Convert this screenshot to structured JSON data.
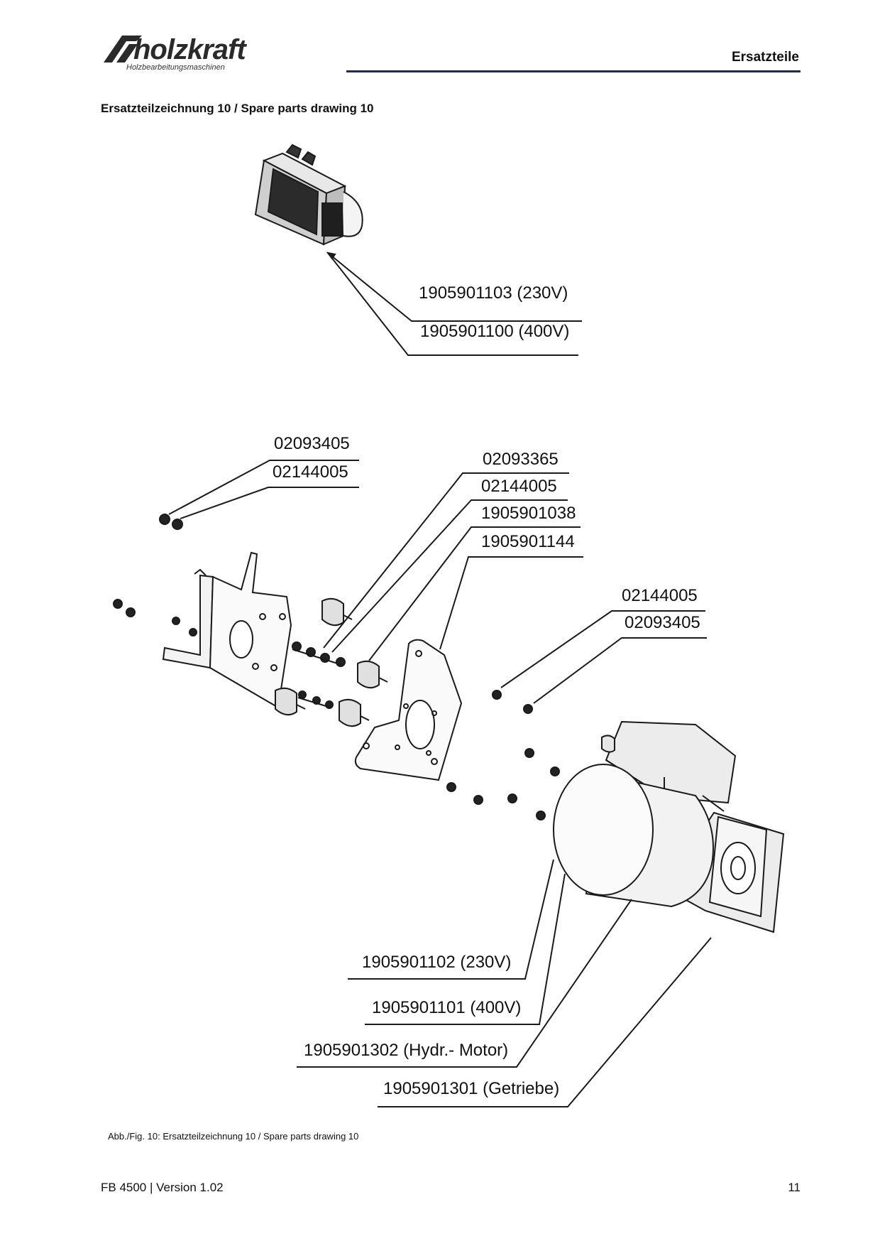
{
  "header": {
    "logo_word": "holzkraft",
    "logo_subtitle": "Holzbearbeitungsmaschinen",
    "section": "Ersatzteile"
  },
  "title": "Ersatzteilzeichnung 10 / Spare parts drawing 10",
  "labels": {
    "switch_230": "1905901103 (230V)",
    "switch_400": "1905901100 (400V)",
    "nut_top_left_a": "02093405",
    "nut_top_left_b": "02144005",
    "bolt_a": "02093365",
    "bolt_b": "02144005",
    "damper": "1905901038",
    "plate": "1905901144",
    "nut_right_a": "02144005",
    "nut_right_b": "02093405",
    "motor_230": "1905901102 (230V)",
    "motor_400": "1905901101 (400V)",
    "hydr_motor": "1905901302 (Hydr.- Motor)",
    "gearbox": "1905901301 (Getriebe)"
  },
  "caption": "Abb./Fig. 10: Ersatzteilzeichnung 10 / Spare parts drawing 10",
  "footer": {
    "left": "FB 4500 | Version 1.02",
    "page": "11"
  }
}
